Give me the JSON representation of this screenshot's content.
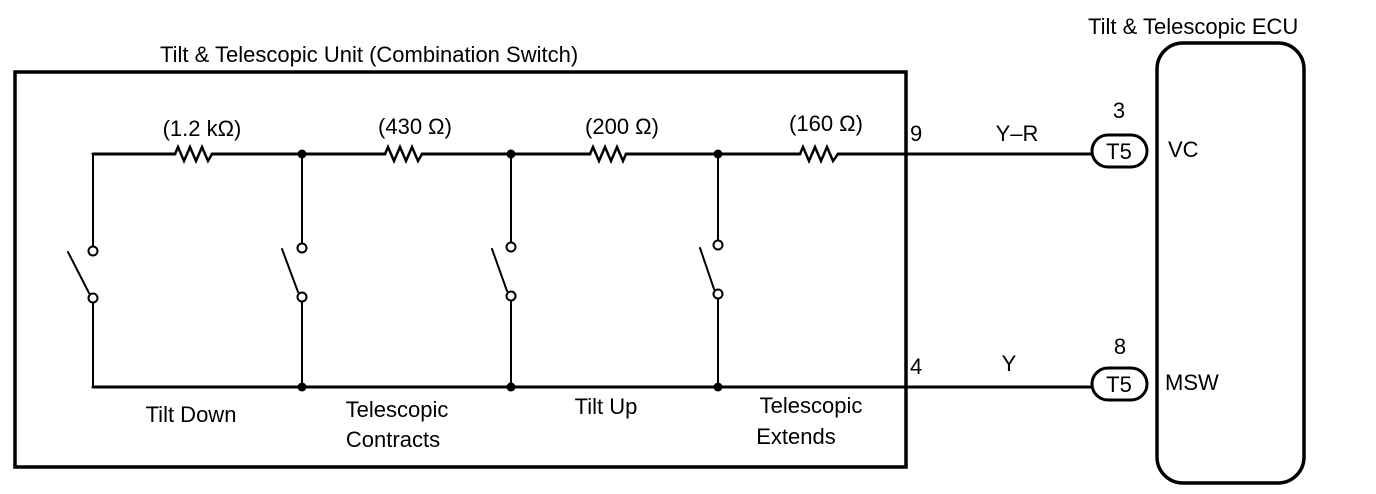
{
  "unit": {
    "title": "Tilt & Telescopic Unit (Combination Switch)"
  },
  "ecu": {
    "title": "Tilt & Telescopic ECU"
  },
  "resistors": [
    {
      "value": "(1.2 kΩ)"
    },
    {
      "value": "(430 Ω)"
    },
    {
      "value": "(200 Ω)"
    },
    {
      "value": "(160 Ω)"
    }
  ],
  "switches": [
    {
      "line1": "Tilt Down",
      "line2": ""
    },
    {
      "line1": "Telescopic",
      "line2": "Contracts"
    },
    {
      "line1": "Tilt Up",
      "line2": ""
    },
    {
      "line1": "Telescopic",
      "line2": "Extends"
    }
  ],
  "terminals": {
    "top": {
      "unit_pin": "9",
      "wire_color": "Y–R",
      "ecu_pin": "3",
      "connector": "T5",
      "signal": "VC"
    },
    "bottom": {
      "unit_pin": "4",
      "wire_color": "Y",
      "ecu_pin": "8",
      "connector": "T5",
      "signal": "MSW"
    }
  }
}
